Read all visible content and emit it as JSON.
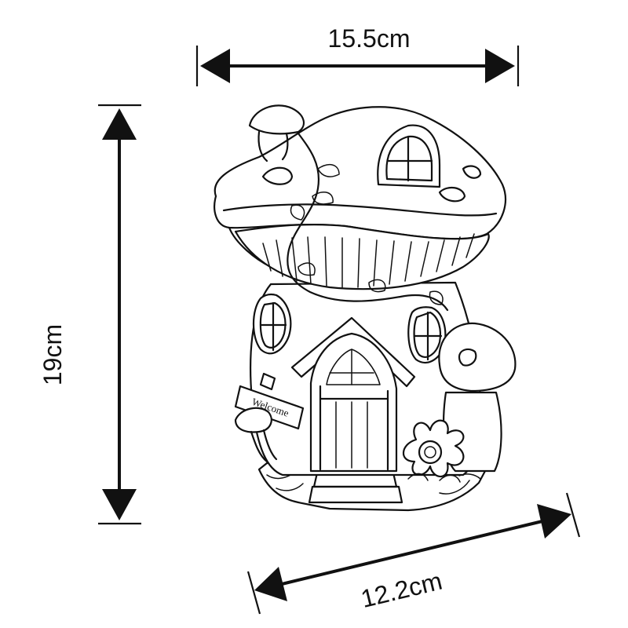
{
  "dimensions": {
    "width": "15.5cm",
    "height": "19cm",
    "depth": "12.2cm"
  },
  "sign": {
    "text": "Welcome"
  },
  "illustration": {
    "subject": "mushroom-house-figurine",
    "style": "line-art"
  }
}
